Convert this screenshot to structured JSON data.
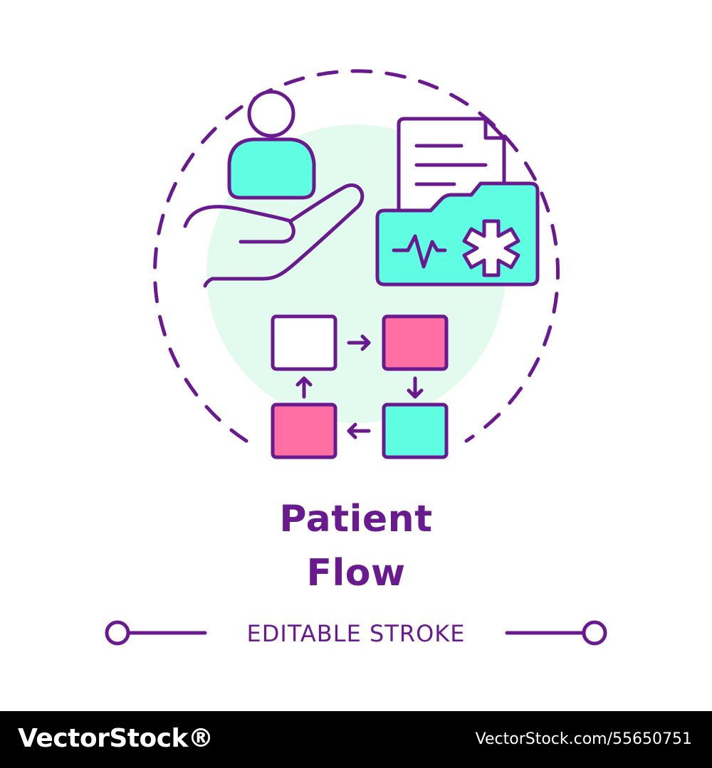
{
  "title": {
    "line1": "Patient",
    "line2": "Flow"
  },
  "subtitle": "EDITABLE STROKE",
  "footer": {
    "brand": "VectorStock®",
    "image_id": "VectorStock.com/55650751"
  },
  "colors": {
    "stroke": "#6a1a8f",
    "teal": "#5ffde2",
    "pink": "#ff6fa3",
    "mint": "#e3fbee",
    "white": "#ffffff",
    "footer_bg": "#000000"
  },
  "icons": [
    "person-on-hand-icon",
    "medical-folder-icon",
    "document-icon",
    "heartbeat-icon",
    "medical-asterisk-icon",
    "flow-cycle-diagram"
  ]
}
